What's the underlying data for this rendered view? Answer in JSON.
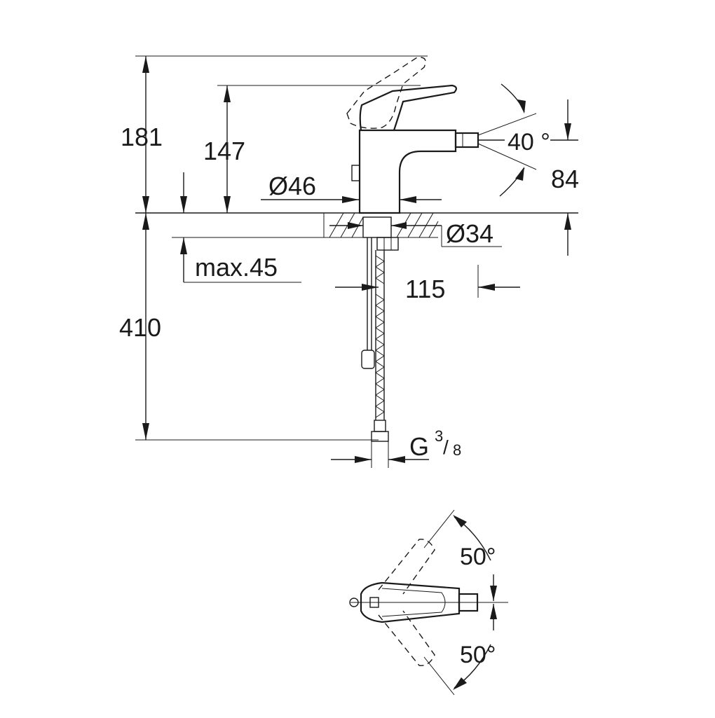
{
  "diagram": {
    "front_view": {
      "dimensions": {
        "height_overall": "181",
        "height_to_body": "147",
        "base_diameter": "Ø46",
        "hole_diameter": "Ø34",
        "max_deck_thickness": "max.45",
        "hose_length": "410",
        "projection": "115",
        "nozzle_angle": "40 °",
        "nozzle_height": "84",
        "connection_thread_main": "G",
        "connection_thread_num": "3",
        "connection_thread_den": "8"
      }
    },
    "top_view": {
      "dimensions": {
        "swivel_angle_left": "50°",
        "swivel_angle_right": "50°"
      }
    }
  }
}
